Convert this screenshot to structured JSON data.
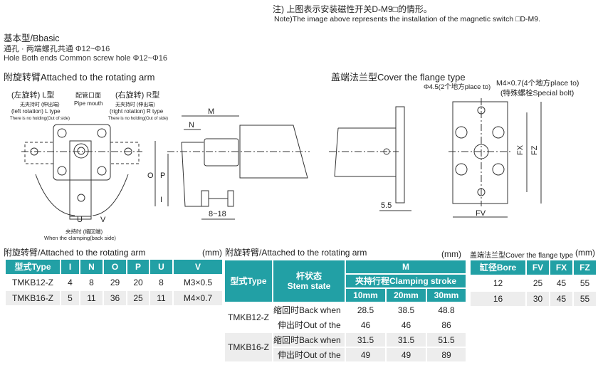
{
  "note": {
    "cn": "注) 上图表示安装磁性开关D-M9□的情形。",
    "en": "Note)The image above represents the installation of the magnetic switch □D-M9."
  },
  "basic": {
    "title": "基本型/Bbasic",
    "line1": "通孔 · 两端螺孔共通 Φ12~Φ16",
    "line2": "Hole Both ends Common screw hole Φ12~Φ16"
  },
  "arm_drawing": {
    "title": "附旋转臂Attached to the rotating arm",
    "left_cn": "(左旋转) L型",
    "left_sub": "无夹持时 (伸出端)",
    "left_en": "(left rotation) L type",
    "left_note": "There is no holding(Out of side)",
    "pipe_cn": "配管口面",
    "pipe_en": "Pipe mouth",
    "right_cn": "(右旋转) R型",
    "right_sub": "无夹持时 (伸出端)",
    "right_en": "(right rotation) R type",
    "right_note": "There is no holding(Out of side)",
    "clamp_cn": "夹持时 (缩回端)",
    "clamp_en": "When the clamping(back side)",
    "dims": {
      "M": "M",
      "N": "N",
      "O": "O",
      "P": "P",
      "I": "I",
      "U": "U",
      "V": "V",
      "range": "8~18"
    }
  },
  "flange_drawing": {
    "title": "盖端法兰型Cover the flange type",
    "hole": "Φ4.5(2个地方place to)",
    "bolt": "M4×0.7(4个地方place to)",
    "bolt_sub": "(特殊螺栓Special bolt)",
    "dims": {
      "thick": "5.5",
      "FV": "FV",
      "FX": "FX",
      "FZ": "FZ"
    }
  },
  "table1": {
    "title": "附旋转臂/Attached to the rotating arm",
    "unit": "(mm)",
    "headers": [
      "型式Type",
      "I",
      "N",
      "O",
      "P",
      "U",
      "V"
    ],
    "rows": [
      [
        "TMKB12-Z",
        "4",
        "8",
        "29",
        "20",
        "8",
        "M3×0.5"
      ],
      [
        "TMKB16-Z",
        "5",
        "11",
        "36",
        "25",
        "11",
        "M4×0.7"
      ]
    ]
  },
  "table2": {
    "title": "附旋转臂/Attached to the rotating arm",
    "unit": "(mm)",
    "h_type": "型式Type",
    "h_stem_cn": "杆状态",
    "h_stem_en": "Stem state",
    "h_M": "M",
    "h_clamp": "夹持行程Clamping stroke",
    "h_strokes": [
      "10mm",
      "20mm",
      "30mm"
    ],
    "groups": [
      {
        "type": "TMKB12-Z",
        "rows": [
          {
            "state": "缩回时Back when",
            "values": [
              "28.5",
              "38.5",
              "48.8"
            ]
          },
          {
            "state": "伸出时Out of the",
            "values": [
              "46",
              "46",
              "86"
            ]
          }
        ]
      },
      {
        "type": "TMKB16-Z",
        "rows": [
          {
            "state": "缩回时Back when",
            "values": [
              "31.5",
              "31.5",
              "51.5"
            ]
          },
          {
            "state": "伸出时Out of the",
            "values": [
              "49",
              "49",
              "89"
            ]
          }
        ]
      }
    ]
  },
  "table3": {
    "title": "盖端法兰型Cover the flange type",
    "unit": "(mm)",
    "headers": [
      "缸径Bore",
      "FV",
      "FX",
      "FZ"
    ],
    "rows": [
      [
        "12",
        "25",
        "45",
        "55"
      ],
      [
        "16",
        "30",
        "45",
        "55"
      ]
    ]
  },
  "colors": {
    "header": "#22a0a5",
    "alt_row": "#ededed"
  }
}
